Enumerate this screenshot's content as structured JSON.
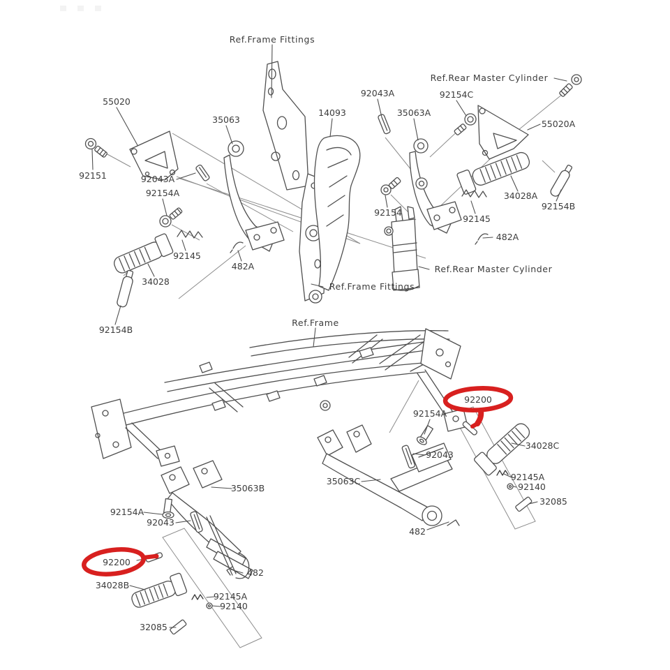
{
  "page": {
    "background": "#ffffff"
  },
  "diagram": {
    "description": "Motorcycle footrest / frame fittings exploded parts diagram",
    "line_color": "#4f4f4f",
    "text_color": "#3c3c3c",
    "highlight_color": "#d8201f",
    "labels": [
      {
        "text": "Ref.Frame Fittings",
        "kind": "ref",
        "circled": false
      },
      {
        "text": "Ref.Rear Master Cylinder",
        "kind": "ref",
        "circled": false
      },
      {
        "text": "92043A",
        "kind": "part",
        "circled": false
      },
      {
        "text": "92154C",
        "kind": "part",
        "circled": false
      },
      {
        "text": "55020",
        "kind": "part",
        "circled": false
      },
      {
        "text": "35063",
        "kind": "part",
        "circled": false
      },
      {
        "text": "14093",
        "kind": "part",
        "circled": false
      },
      {
        "text": "35063A",
        "kind": "part",
        "circled": false
      },
      {
        "text": "55020A",
        "kind": "part",
        "circled": false
      },
      {
        "text": "92151",
        "kind": "part",
        "circled": false
      },
      {
        "text": "92043A",
        "kind": "part",
        "circled": false
      },
      {
        "text": "92154A",
        "kind": "part",
        "circled": false
      },
      {
        "text": "34028A",
        "kind": "part",
        "circled": false
      },
      {
        "text": "92154B",
        "kind": "part",
        "circled": false
      },
      {
        "text": "92154",
        "kind": "part",
        "circled": false
      },
      {
        "text": "92145",
        "kind": "part",
        "circled": false
      },
      {
        "text": "482A",
        "kind": "part",
        "circled": false
      },
      {
        "text": "92145",
        "kind": "part",
        "circled": false
      },
      {
        "text": "482A",
        "kind": "part",
        "circled": false
      },
      {
        "text": "34028",
        "kind": "part",
        "circled": false
      },
      {
        "text": "Ref.Rear Master Cylinder",
        "kind": "ref",
        "circled": false
      },
      {
        "text": "Ref.Frame Fittings",
        "kind": "ref",
        "circled": false
      },
      {
        "text": "92154B",
        "kind": "part",
        "circled": false
      },
      {
        "text": "Ref.Frame",
        "kind": "ref",
        "circled": false
      },
      {
        "text": "92200",
        "kind": "part",
        "circled": true
      },
      {
        "text": "92154A",
        "kind": "part",
        "circled": false
      },
      {
        "text": "92043",
        "kind": "part",
        "circled": false
      },
      {
        "text": "34028C",
        "kind": "part",
        "circled": false
      },
      {
        "text": "92145A",
        "kind": "part",
        "circled": false
      },
      {
        "text": "92140",
        "kind": "part",
        "circled": false
      },
      {
        "text": "32085",
        "kind": "part",
        "circled": false
      },
      {
        "text": "35063C",
        "kind": "part",
        "circled": false
      },
      {
        "text": "482",
        "kind": "part",
        "circled": false
      },
      {
        "text": "35063B",
        "kind": "part",
        "circled": false
      },
      {
        "text": "92154A",
        "kind": "part",
        "circled": false
      },
      {
        "text": "92043",
        "kind": "part",
        "circled": false
      },
      {
        "text": "92200",
        "kind": "part",
        "circled": true
      },
      {
        "text": "34028B",
        "kind": "part",
        "circled": false
      },
      {
        "text": "482",
        "kind": "part",
        "circled": false
      },
      {
        "text": "92145A",
        "kind": "part",
        "circled": false
      },
      {
        "text": "92140",
        "kind": "part",
        "circled": false
      },
      {
        "text": "32085",
        "kind": "part",
        "circled": false
      }
    ]
  }
}
